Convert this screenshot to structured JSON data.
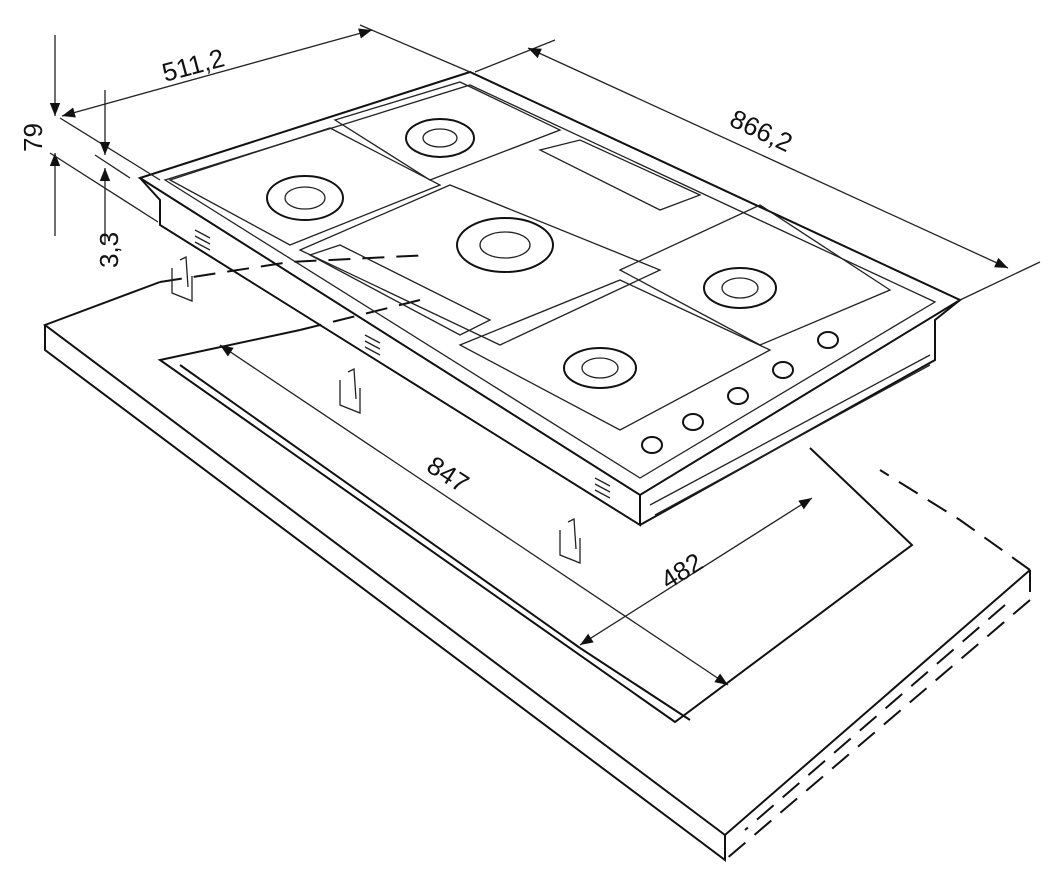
{
  "dimensions": {
    "depth": "511,2",
    "width": "866,2",
    "height": "79",
    "thickness": "3,3",
    "cutout_width": "847",
    "cutout_depth": "482"
  }
}
